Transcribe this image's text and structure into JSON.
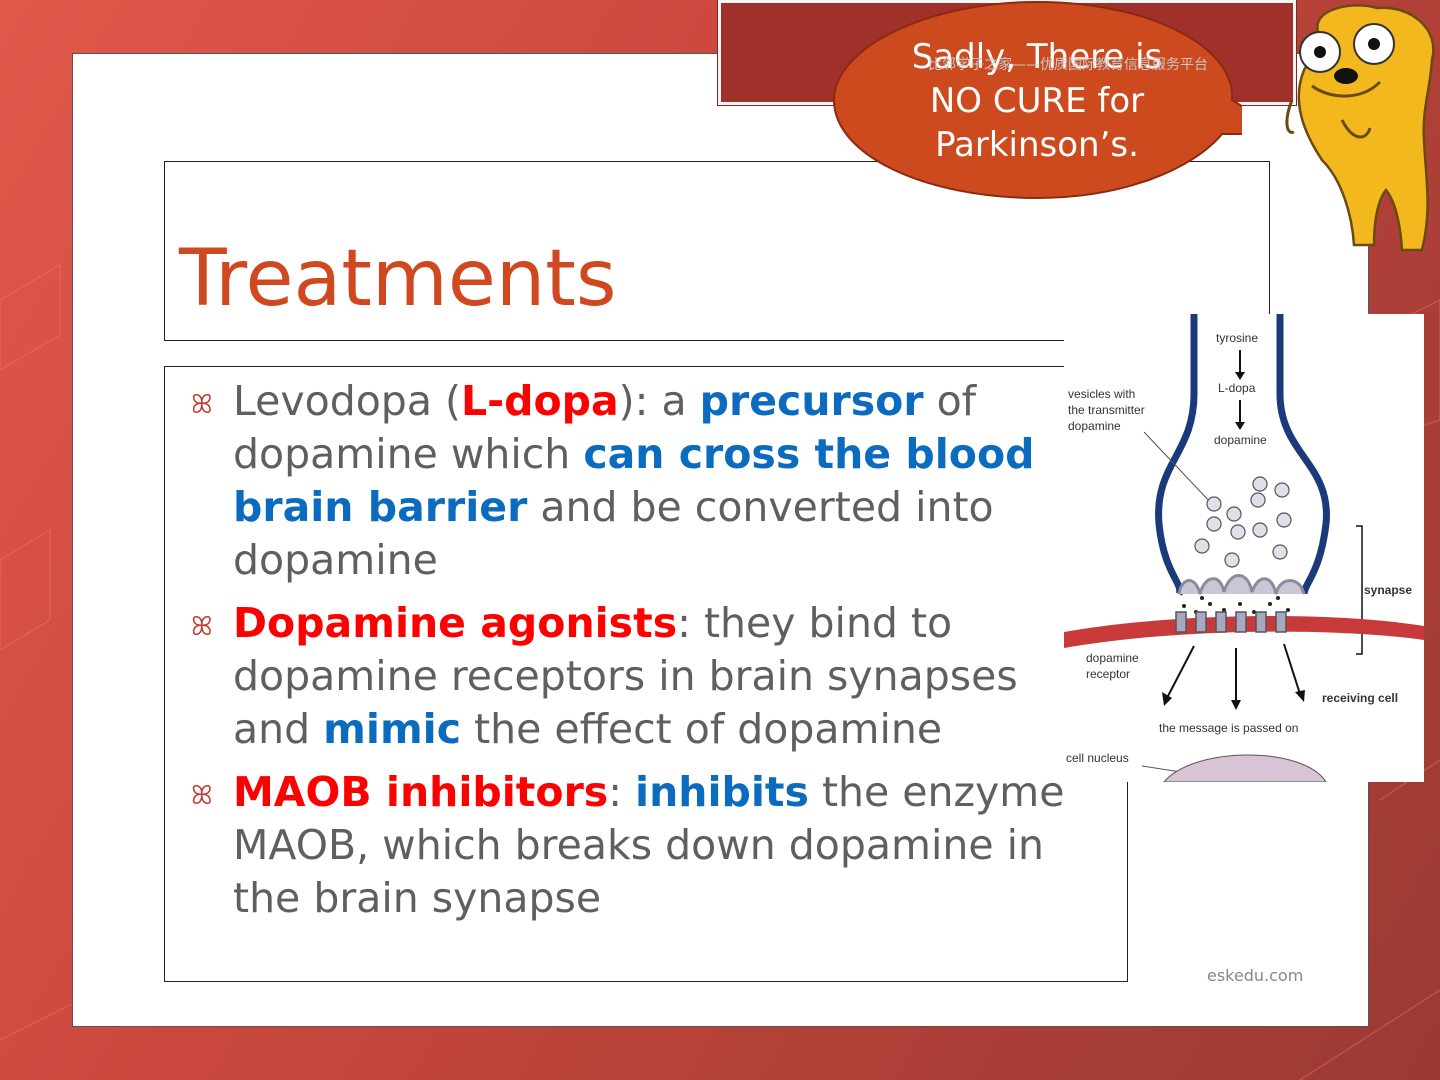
{
  "slide": {
    "title": "Treatments",
    "speech_bubble": {
      "line1": "Sadly, There is",
      "line2": "NO CURE for",
      "line3": "Parkinson’s."
    },
    "watermark": "比邻学子之家——优质国际教育信息服务平台",
    "footer": "eskedu.com"
  },
  "bullets": [
    {
      "parts": [
        {
          "text": "Levodopa (",
          "style": "normal"
        },
        {
          "text": "L-dopa",
          "style": "red"
        },
        {
          "text": "): a ",
          "style": "normal"
        },
        {
          "text": "precursor",
          "style": "blue"
        },
        {
          "text": " of dopamine which ",
          "style": "normal"
        },
        {
          "text": "can cross the blood brain barrier",
          "style": "blue"
        },
        {
          "text": " and be converted into dopamine",
          "style": "normal"
        }
      ]
    },
    {
      "parts": [
        {
          "text": "Dopamine agonists",
          "style": "red"
        },
        {
          "text": ": they bind to dopamine receptors in brain synapses and ",
          "style": "normal"
        },
        {
          "text": "mimic",
          "style": "blue"
        },
        {
          "text": " the effect of dopamine",
          "style": "normal"
        }
      ]
    },
    {
      "parts": [
        {
          "text": "MAOB inhibitors",
          "style": "red"
        },
        {
          "text": ": ",
          "style": "normal"
        },
        {
          "text": "inhibits",
          "style": "blue"
        },
        {
          "text": " the enzyme MAOB, which breaks down dopamine in the brain synapse",
          "style": "normal"
        }
      ]
    }
  ],
  "diagram": {
    "labels": {
      "tyrosine": "tyrosine",
      "ldopa": "L-dopa",
      "dopamine": "dopamine",
      "vesicles_1": "vesicles with",
      "vesicles_2": "the transmitter",
      "vesicles_3": "dopamine",
      "synapse": "synapse",
      "receptor_1": "dopamine",
      "receptor_2": "receptor",
      "receiving_cell": "receiving cell",
      "message": "the message is passed on",
      "nucleus": "cell nucleus"
    }
  },
  "colors": {
    "title": "#d0481f",
    "red_emphasis": "#ff0000",
    "blue_emphasis": "#0b6bbf",
    "body_text": "#5f5f5f",
    "bubble": "#cc4a1e",
    "banner": "#a0302a",
    "neuron_outline": "#1a3a7a",
    "membrane": "#c83a3a"
  }
}
